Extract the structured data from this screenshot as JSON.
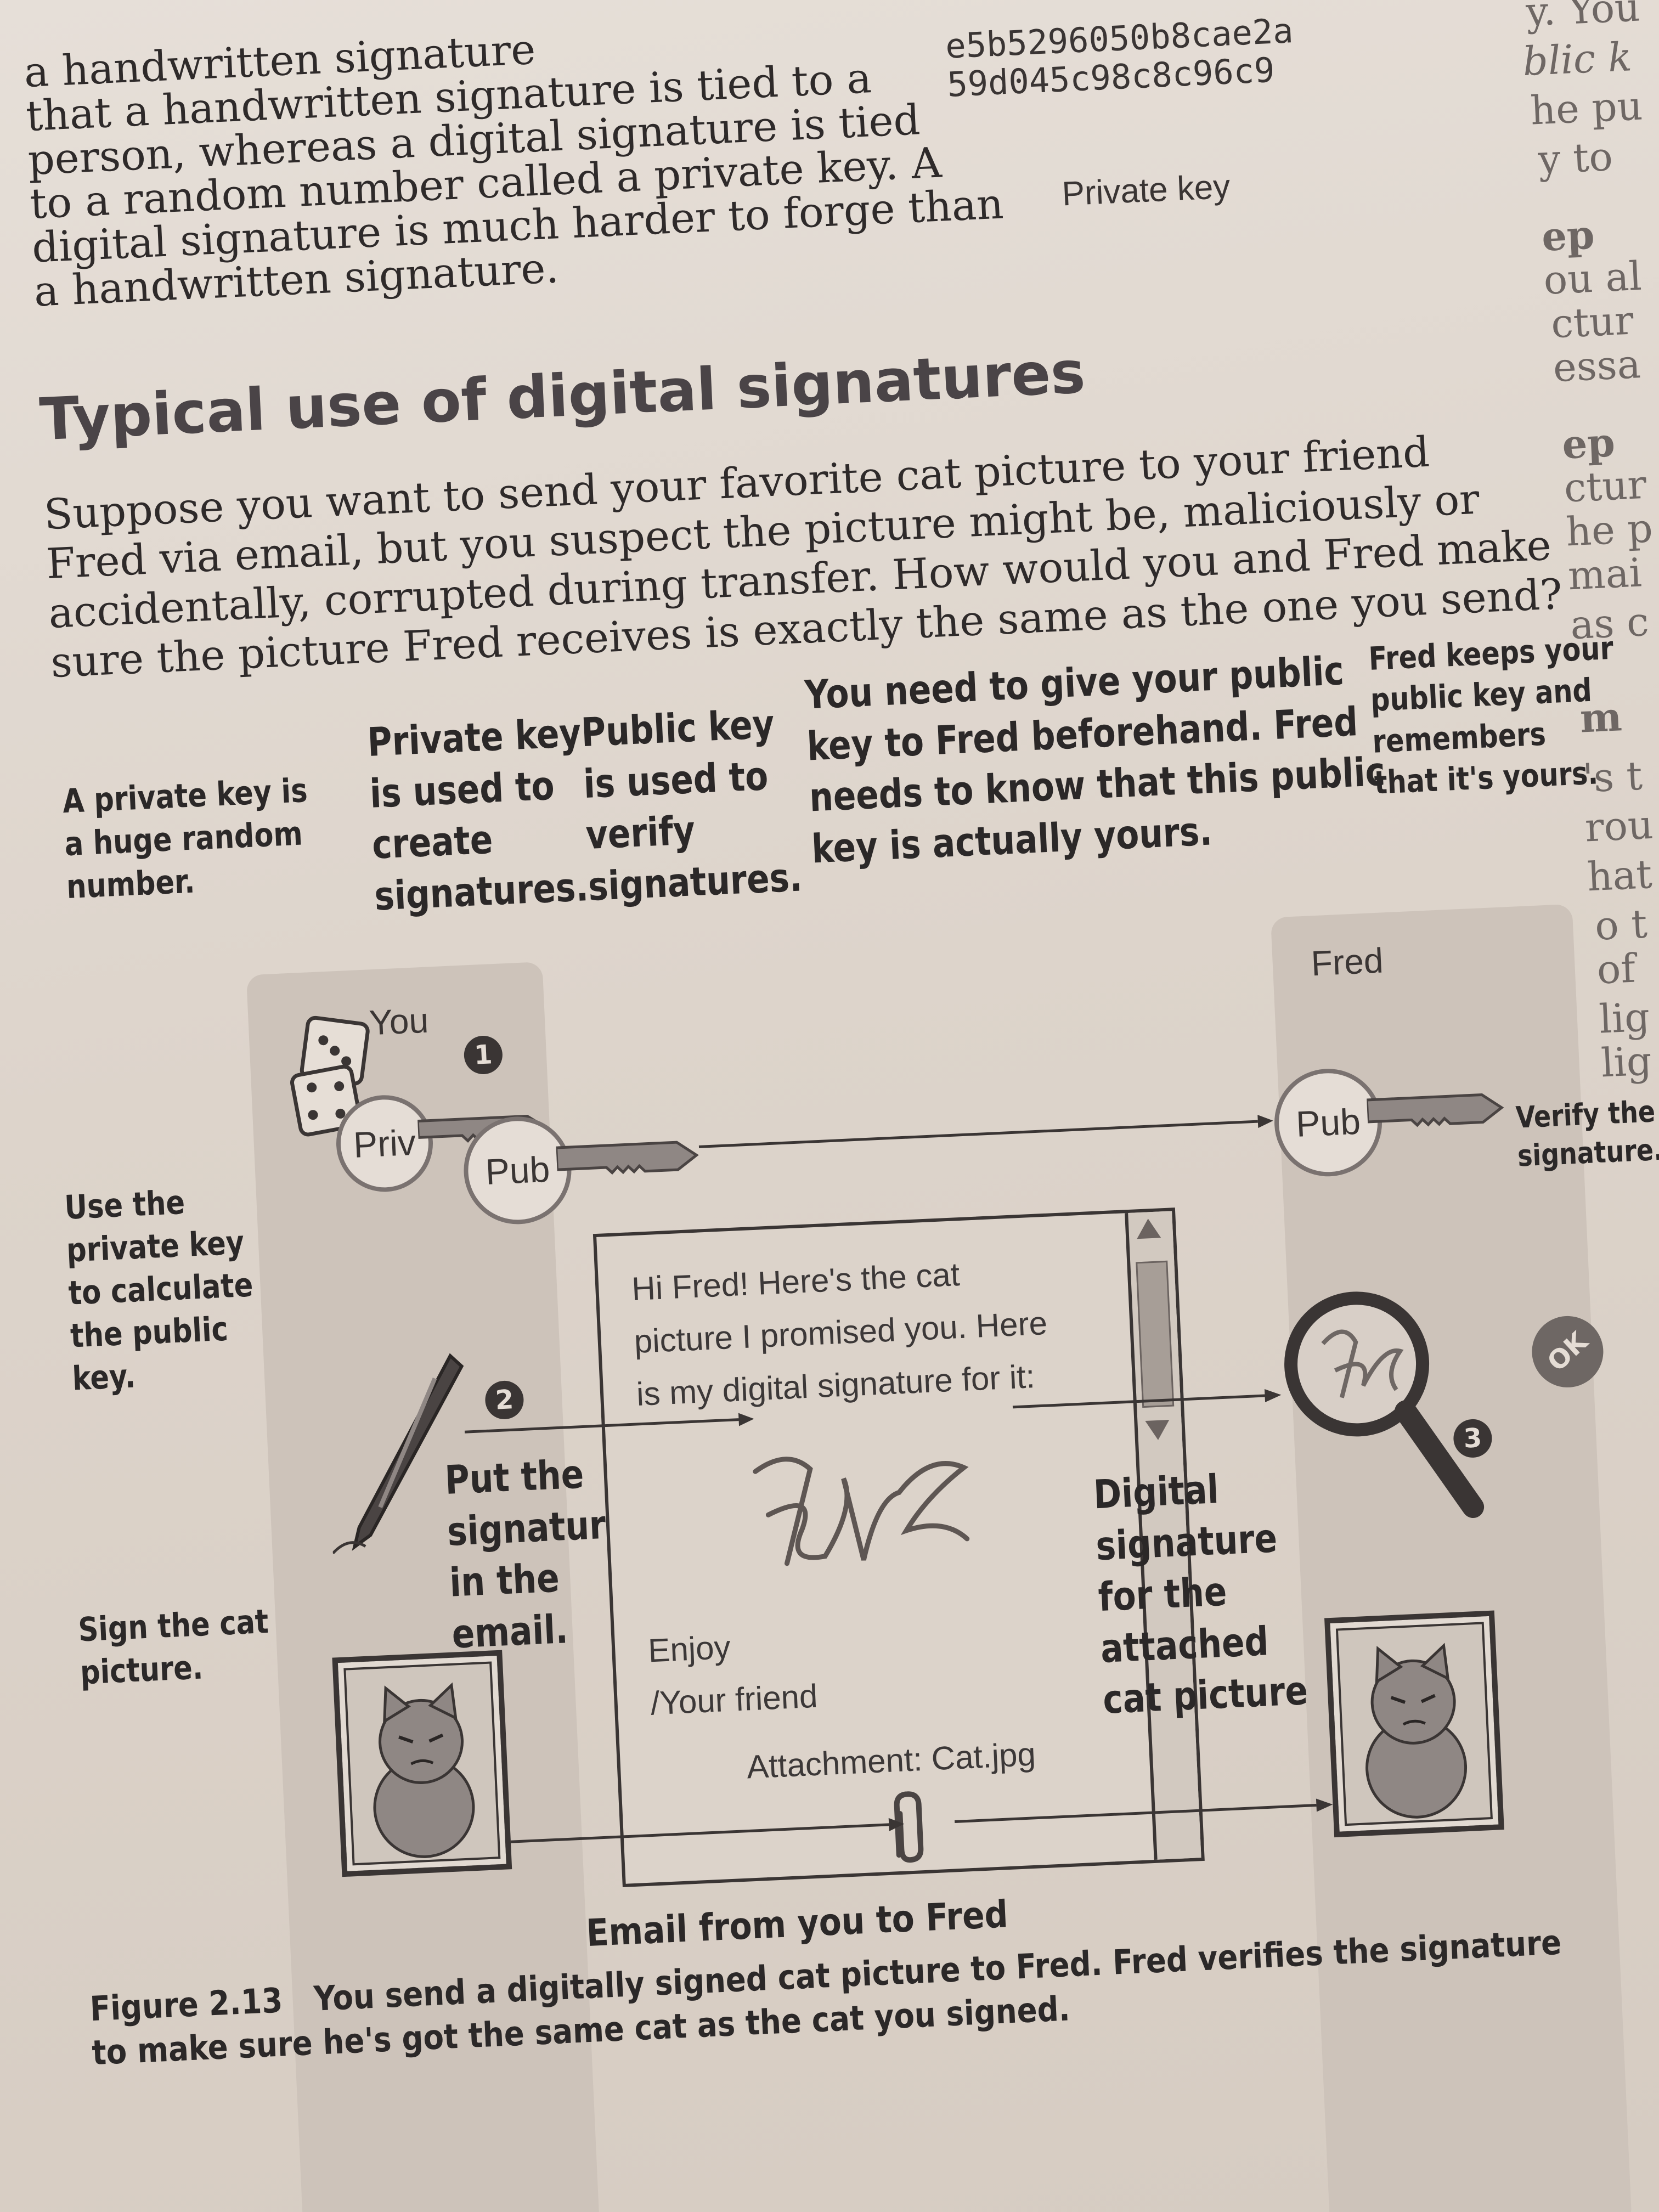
{
  "intro": {
    "lines": [
      "a handwritten signature",
      "that a handwritten signature is tied to a",
      "person, whereas a digital signature is tied",
      "to a random number called a private key. A",
      "digital signature is much harder to forge than",
      "a handwritten signature."
    ]
  },
  "top_right": {
    "hex_line_1": "e5b5296050b8cae2a",
    "hex_line_2": "59d045c98c8c96c9",
    "private_key_label": "Private key"
  },
  "section": {
    "heading": "Typical use of digital signatures",
    "body": [
      "Suppose you want to send your favorite cat picture to your friend",
      "Fred via email, but you suspect the picture might be, maliciously or",
      "accidentally, corrupted during transfer. How would you and Fred make",
      "sure the picture Fred receives is exactly the same as the one you send?"
    ]
  },
  "annotations": {
    "private_key_random": "A private key is\na huge random\nnumber.",
    "private_key_create": "Private key\nis used to\ncreate\nsignatures.",
    "public_key_verify": "Public key\nis used to\nverify\nsignatures.",
    "give_public_key": "You need to give your public\nkey to Fred beforehand. Fred\nneeds to know that this public\nkey is actually yours.",
    "fred_keeps": "Fred keeps your\npublic key and\nremembers\nthat it's yours.",
    "calculate_public": "Use the\nprivate key\nto calculate\nthe public\nkey.",
    "put_signature": "Put the\nsignature\nin the\nemail.",
    "sign_cat": "Sign the cat\npicture.",
    "digital_signature": "Digital\nsignature\nfor the\nattached\ncat picture",
    "verify_signature": "Verify the\nsignature."
  },
  "diagram": {
    "you_label": "You",
    "fred_label": "Fred",
    "priv_label": "Priv",
    "pub_label": "Pub",
    "fred_pub_label": "Pub",
    "step1": "1",
    "step2": "2",
    "step3": "3",
    "ok_label": "OK",
    "email_label": "Email from you to Fred"
  },
  "email": {
    "greeting": "Hi Fred! Here's the cat\npicture I promised you. Here\nis my digital signature for it:",
    "closing": "Enjoy\n/Your friend",
    "attachment": "Attachment: Cat.jpg"
  },
  "figure": {
    "number": "Figure 2.13",
    "caption_line_1": "You send a digitally signed cat picture to Fred. Fred verifies the signature",
    "caption_line_2": "to make sure he's got the same cat as the cat you signed."
  },
  "margin_fragments": [
    "y. You",
    "blic k",
    "he pu",
    "y to",
    "ep",
    "ou al",
    "ctur",
    "essa",
    "ep",
    "ctur",
    "he p",
    "mai",
    "as c",
    "m",
    "'s t",
    "rou",
    "hat",
    "o t",
    "of",
    "lig",
    "lig"
  ]
}
